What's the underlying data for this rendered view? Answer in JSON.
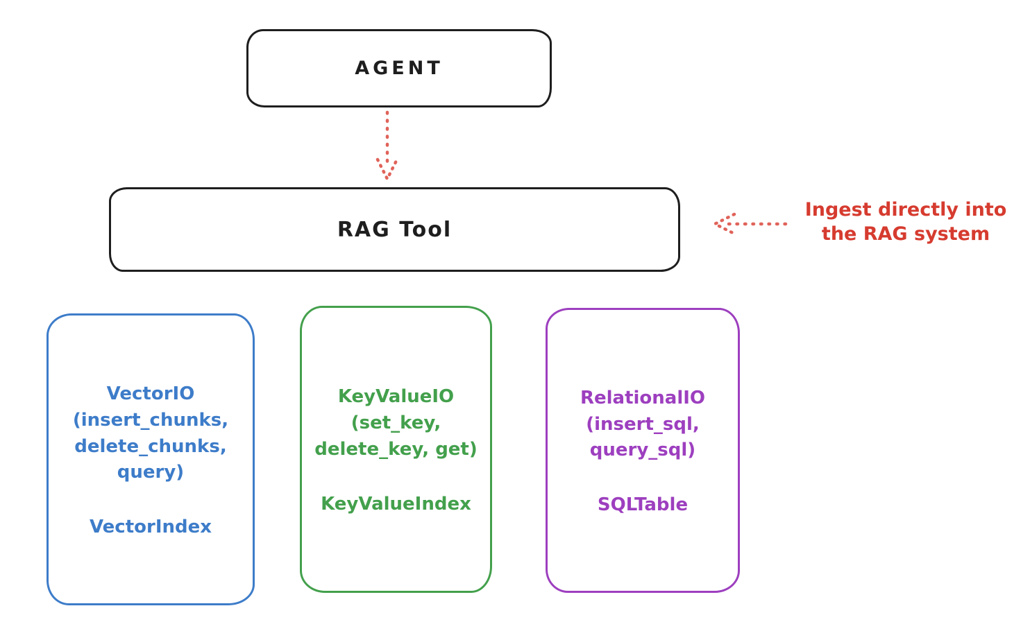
{
  "agent_box": {
    "label": "AGENT"
  },
  "rag_tool_box": {
    "label": "RAG Tool"
  },
  "ingest_annotation": {
    "label": "Ingest directly into\nthe RAG system"
  },
  "colors": {
    "outline_black": "#1e1e1e",
    "arrow_red": "#e0635a",
    "annotation_red": "#d63b2f",
    "vector_blue": "#3d7cc9",
    "keyvalue_green": "#43a04c",
    "relational_purple": "#9d3fbf"
  },
  "backends": [
    {
      "name": "vector-io",
      "title": "VectorIO\n(insert_chunks,\ndelete_chunks,\nquery)",
      "index": "VectorIndex",
      "color": "#3d7cc9"
    },
    {
      "name": "key-value-io",
      "title": "KeyValueIO\n(set_key,\ndelete_key, get)",
      "index": "KeyValueIndex",
      "color": "#43a04c"
    },
    {
      "name": "relational-io",
      "title": "RelationalIO\n(insert_sql,\nquery_sql)",
      "index": "SQLTable",
      "color": "#9d3fbf"
    }
  ]
}
